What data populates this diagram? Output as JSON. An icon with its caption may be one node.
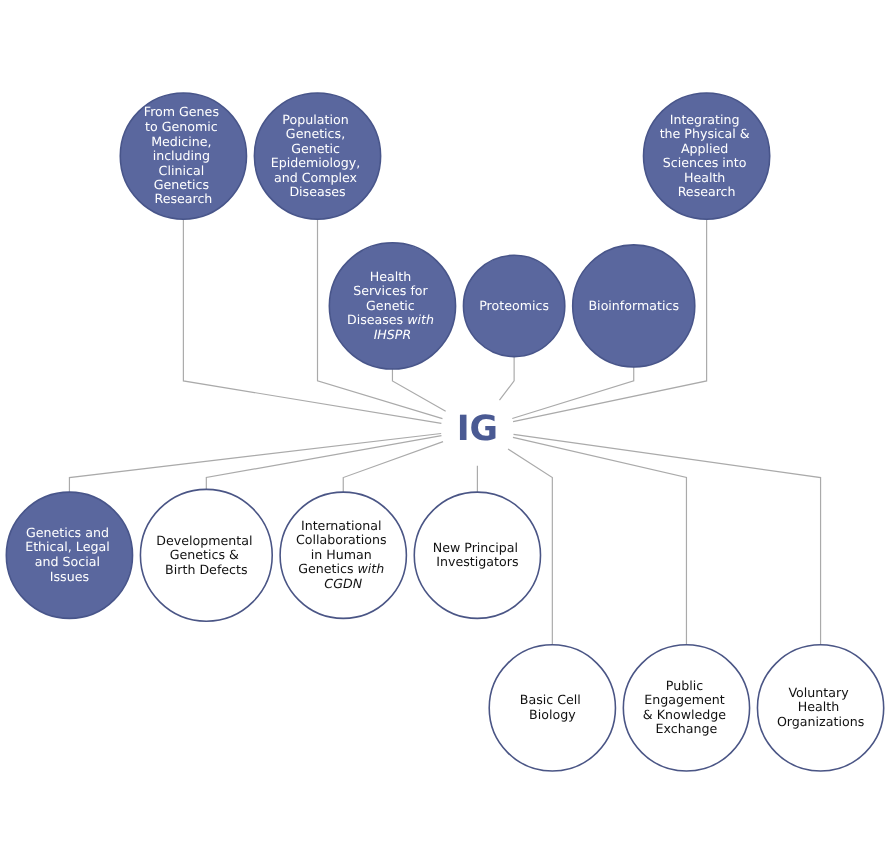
{
  "diagram": {
    "nodes": [
      {
        "text": [
          "IG"
        ]
      },
      {
        "text": [
          "From Genes to Genomic Medicine, including Clinical Genetics Research"
        ]
      },
      {
        "text": [
          "Population Genetics, Genetic Epidemiology, and Complex Diseases"
        ]
      },
      {
        "text": [
          "Health Services for Genetic Diseases *with IHSPR*"
        ]
      },
      {
        "text": [
          "Genetics and Ethical, Legal and Social Issues"
        ]
      },
      {
        "text": [
          "Developmental Genetics & Birth Defects"
        ]
      },
      {
        "text": [
          "Basic Cell Biology"
        ]
      },
      {
        "text": [
          "Public Engagement & Knowledge Exchange"
        ]
      },
      {
        "text": [
          "Voluntary Health Organizations"
        ]
      },
      {
        "text": [
          "International Collaborations in Human Genetics *with CGDN*"
        ]
      },
      {
        "text": [
          "New Principal Investigators"
        ]
      },
      {
        "text": [
          "Proteomics"
        ]
      },
      {
        "text": [
          "Bioinformatics"
        ]
      },
      {
        "text": [
          "Integrating the Physical & Applied Sciences into Health Research"
        ]
      }
    ],
    "edges": [
      {
        "from": 1,
        "to": 0,
        "arrow": "none"
      },
      {
        "from": 2,
        "to": 0,
        "arrow": "none"
      },
      {
        "from": 3,
        "to": 0,
        "arrow": "none"
      },
      {
        "from": 0,
        "to": 4,
        "arrow": "none"
      },
      {
        "from": 0,
        "to": 5,
        "arrow": "none"
      },
      {
        "from": 0,
        "to": 6,
        "arrow": "none"
      },
      {
        "from": 0,
        "to": 7,
        "arrow": "none"
      },
      {
        "from": 0,
        "to": 8,
        "arrow": "none"
      },
      {
        "from": 0,
        "to": 9,
        "arrow": "none"
      },
      {
        "from": 0,
        "to": 10,
        "arrow": "none"
      },
      {
        "from": 11,
        "to": 0,
        "arrow": "none"
      },
      {
        "from": 12,
        "to": 0,
        "arrow": "none"
      },
      {
        "from": 13,
        "to": 0,
        "arrow": "none"
      }
    ]
  }
}
